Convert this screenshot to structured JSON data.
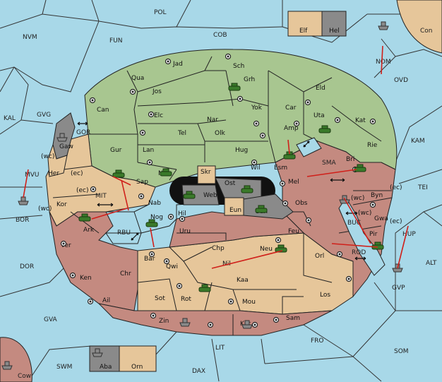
{
  "colors": {
    "sea": "#a8d8e8",
    "green": "#a8c690",
    "tan": "#e6c69a",
    "red": "#c48a80",
    "gray": "#8a8a8a",
    "black": "#111111",
    "unit": "#3a7a2a",
    "fleet": "#8a8a8a",
    "order": "#d0201a"
  },
  "sea_labels": {
    "POL": "POL",
    "COB": "COB",
    "FUN": "FUN",
    "NVM": "NVM",
    "KAL": "KAL",
    "GVG": "GVG",
    "MVU": "MVU",
    "BOR": "BOR",
    "DOR": "DOR",
    "GVA": "GVA",
    "SWM": "SWM",
    "DAX": "DAX",
    "LIT": "LIT",
    "FRO": "FRO",
    "SOM": "SOM",
    "ALT": "ALT",
    "KAM": "KAM",
    "TEI": "TEI",
    "OVD": "OVD",
    "NOM": "NOM",
    "Con": "Con",
    "GOR": "GOR",
    "MIT": "MIT",
    "RBU": "RBU",
    "SMA": "SMA",
    "BUC": "BUC",
    "ROD": "ROD",
    "GVP": "GVP",
    "HUP": "HUP",
    "Cow": "Cow"
  },
  "land_labels": {
    "Jad": "Jad",
    "Sch": "Sch",
    "Qua": "Qua",
    "Jos": "Jos",
    "Grh": "Grh",
    "Eld": "Eld",
    "Can": "Can",
    "Elc": "Elc",
    "Nar": "Nar",
    "Yok": "Yok",
    "Car": "Car",
    "Uta": "Uta",
    "Kat": "Kat",
    "Amp": "Amp",
    "Tel": "Tel",
    "Olk": "Olk",
    "Gur": "Gur",
    "Lan": "Lan",
    "Hug": "Hug",
    "Rie": "Rie",
    "Esm": "Esm",
    "Bri": "Bri",
    "Gaw": "Gaw",
    "Nor": "Nor",
    "Wil": "Wil",
    "Her": "Her",
    "Sap": "Sap",
    "Skr": "Skr",
    "Ost": "Ost",
    "Web": "Web",
    "Mel": "Mel",
    "Byn": "Byn",
    "Kor": "Kor",
    "Nab": "Nab",
    "Eun": "Eun",
    "Sun": "Sun",
    "Obs": "Obs",
    "Gwa": "Gwa",
    "Ark": "Ark",
    "Nog": "Nog",
    "Hil": "Hil",
    "Feu": "Feu",
    "Pir": "Pir",
    "Uru": "Uru",
    "Ver": "Ver",
    "Chp": "Chp",
    "Neu": "Neu",
    "Orl": "Orl",
    "Bar": "Bar",
    "Qwi": "Qwi",
    "Nil": "Nil",
    "Ken": "Ken",
    "Chr": "Chr",
    "Kaa": "Kaa",
    "Sot": "Sot",
    "Rot": "Rot",
    "Los": "Los",
    "Ail": "Ail",
    "Mou": "Mou",
    "Sam": "Sam",
    "Zin": "Zin",
    "Kar": "Kar",
    "Elf": "Elf",
    "Hel": "Hel",
    "Aba": "Aba",
    "Orn": "Orn"
  },
  "coast_tags": [
    "(wc)",
    "(ec)",
    "(ec)",
    "(wc)",
    "(wc)",
    "(ec)",
    "(wc)",
    "(ec)"
  ]
}
